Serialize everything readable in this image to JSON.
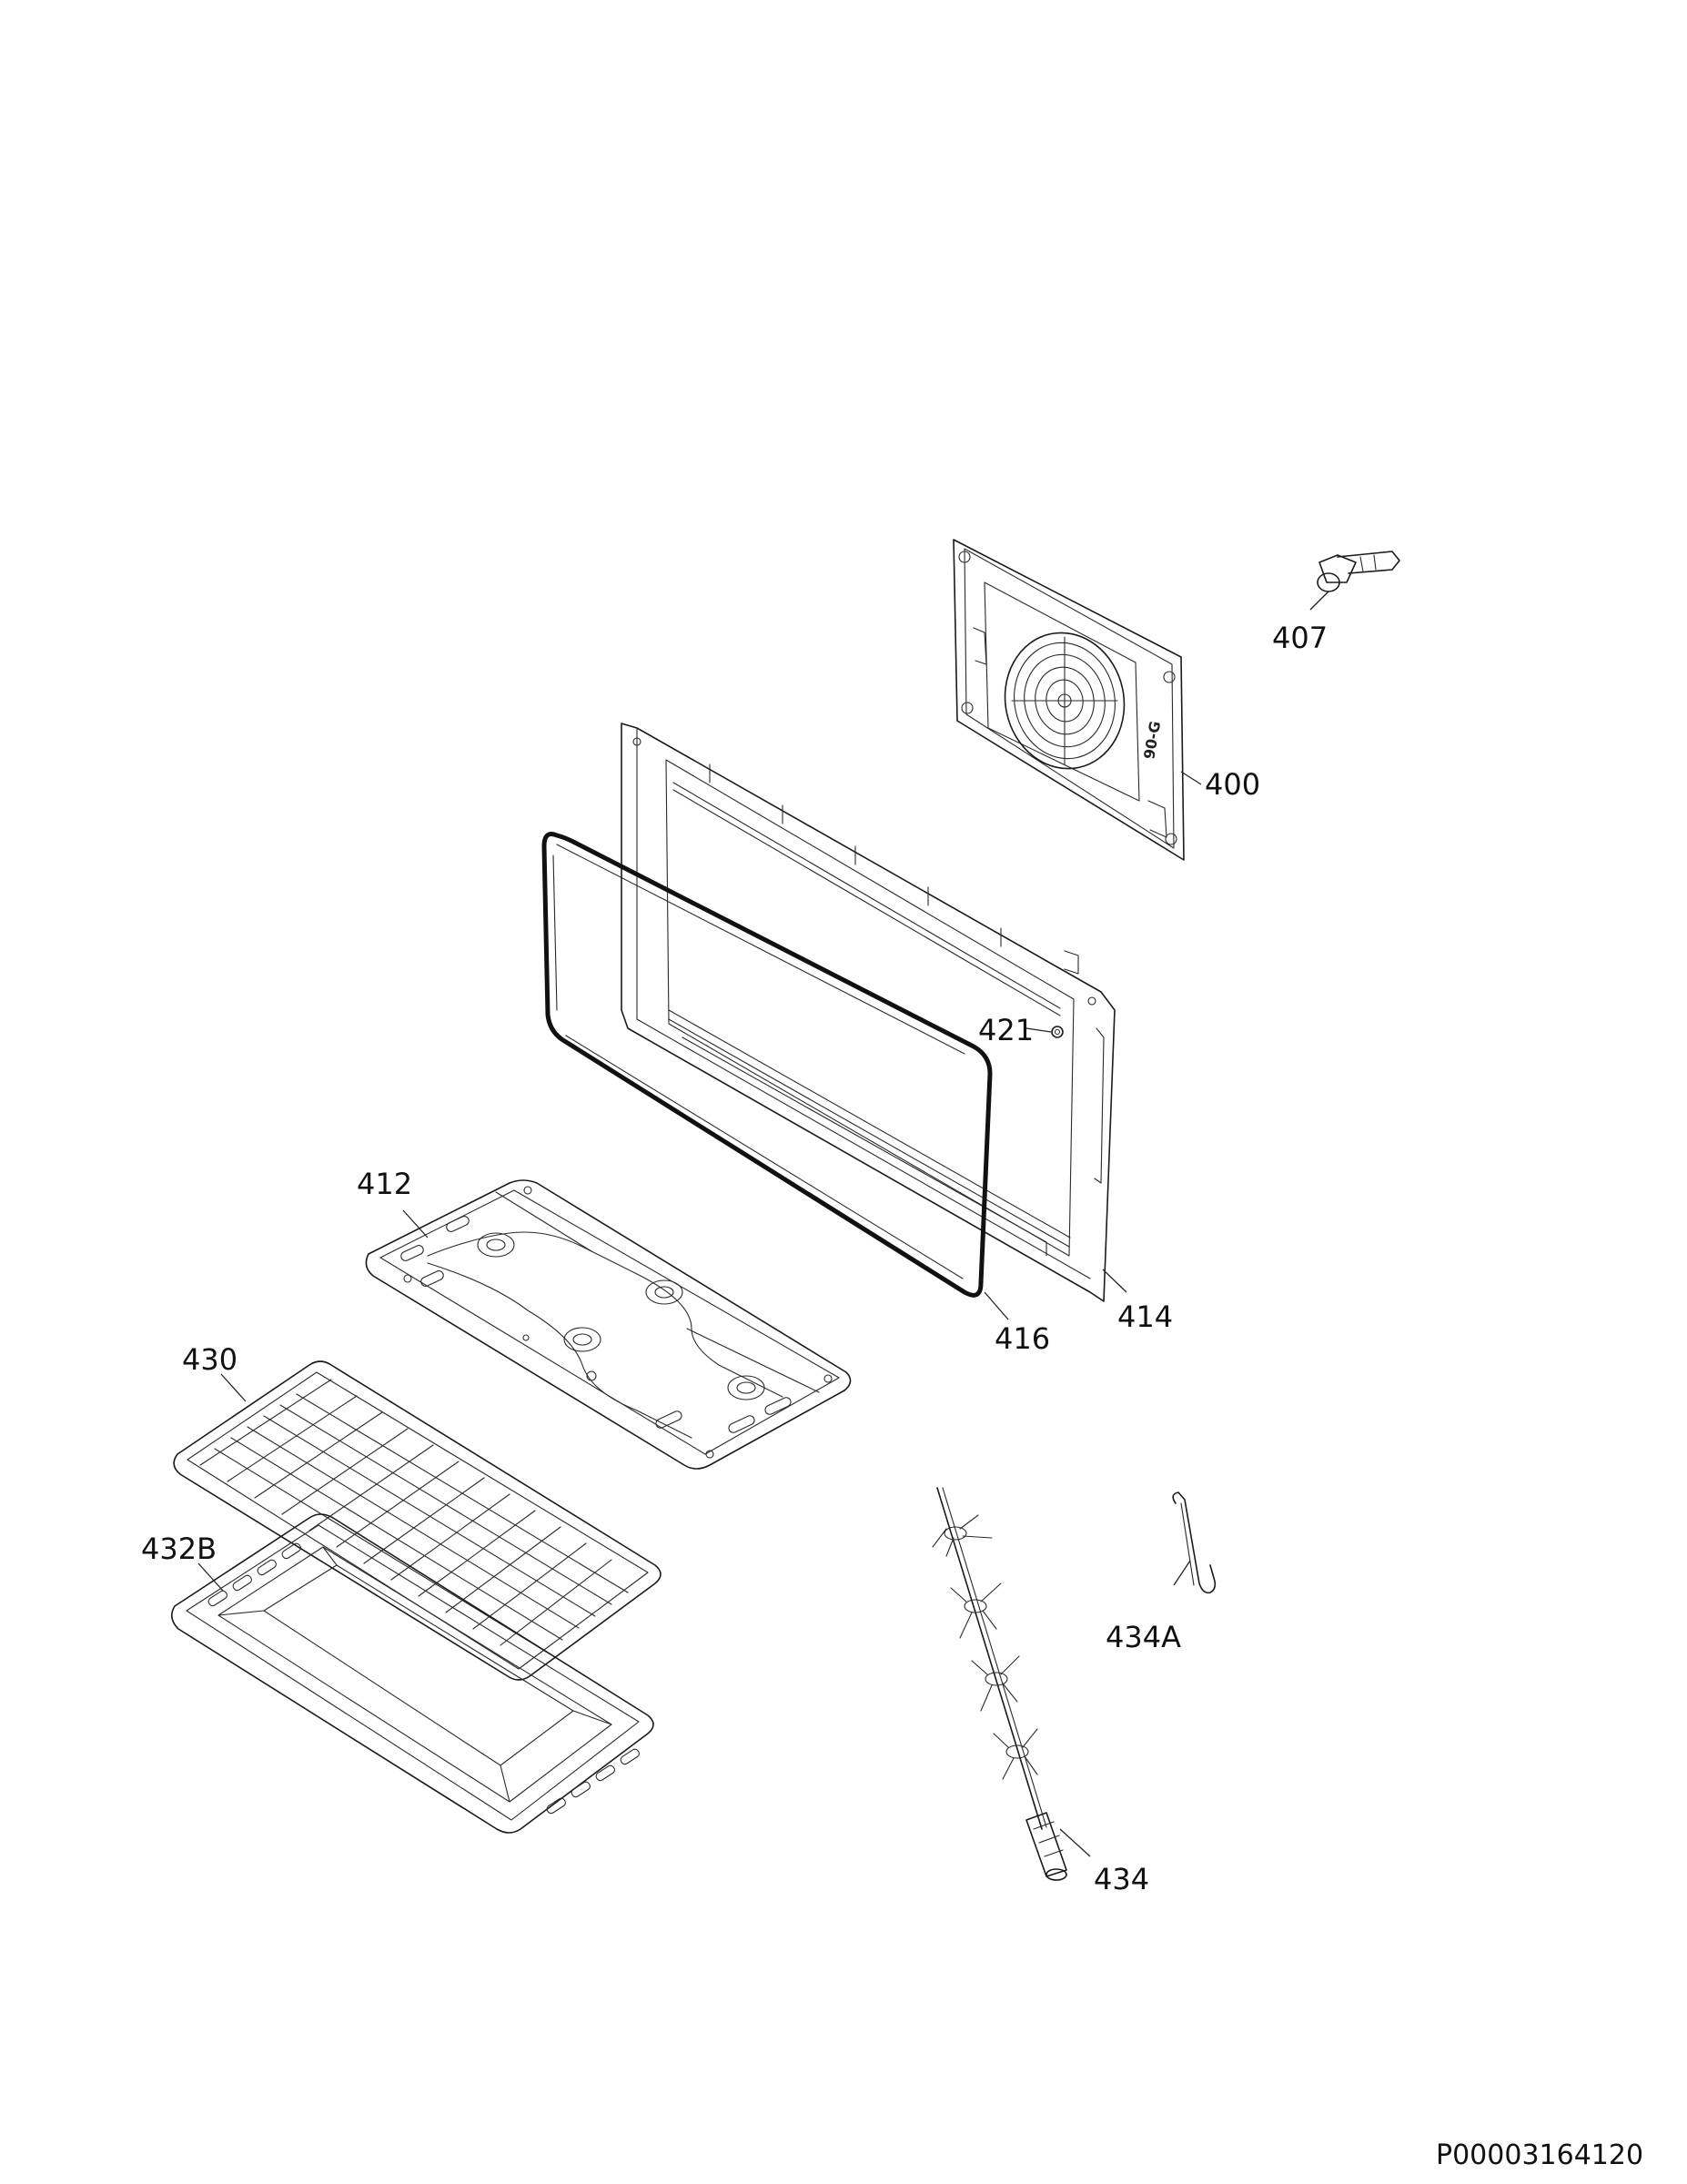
{
  "diagram": {
    "parts": [
      {
        "id": "p400",
        "label": "400",
        "description": "rear wall panel with fan cover"
      },
      {
        "id": "p407",
        "label": "407",
        "description": "clip"
      },
      {
        "id": "p414",
        "label": "414",
        "description": "inner frame"
      },
      {
        "id": "p416",
        "label": "416",
        "description": "gasket"
      },
      {
        "id": "p421",
        "label": "421",
        "description": "screw"
      },
      {
        "id": "p412",
        "label": "412",
        "description": "bottom plate"
      },
      {
        "id": "p430",
        "label": "430",
        "description": "wire shelf"
      },
      {
        "id": "p432B",
        "label": "432B",
        "description": "baking tray"
      },
      {
        "id": "p434A",
        "label": "434A",
        "description": "hook"
      },
      {
        "id": "p434",
        "label": "434",
        "description": "rotisserie spit"
      }
    ],
    "document_number": "P00003164120"
  },
  "colors": {
    "line": "#1a1a1a",
    "background": "#ffffff"
  }
}
